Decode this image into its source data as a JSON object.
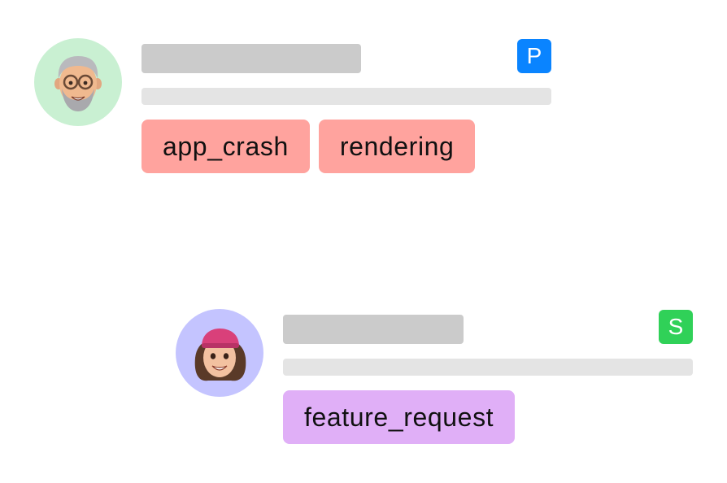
{
  "tickets": [
    {
      "badge": {
        "letter": "P",
        "color": "#0a84ff"
      },
      "avatar_bg": "#c9f0d2",
      "avatar_icon": "grandpa-memoji-icon",
      "tags": [
        {
          "label": "app_crash",
          "color": "#ffa39e"
        },
        {
          "label": "rendering",
          "color": "#ffa39e"
        }
      ]
    },
    {
      "badge": {
        "letter": "S",
        "color": "#30d158"
      },
      "avatar_bg": "#c4c4ff",
      "avatar_icon": "girl-memoji-icon",
      "tags": [
        {
          "label": "feature_request",
          "color": "#e0aff7"
        }
      ]
    }
  ]
}
